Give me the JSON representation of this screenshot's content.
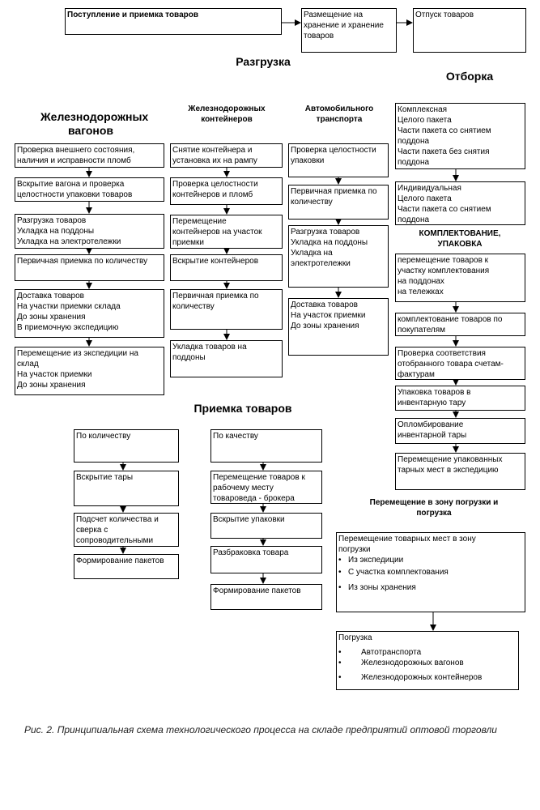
{
  "top_flow": {
    "receipt": "Поступление и приемка товаров",
    "placement": [
      "Размещение на",
      "хранение и хранение",
      "товаров"
    ],
    "release": "Отпуск товаров"
  },
  "headings": {
    "unloading": "Разгрузка",
    "picking": "Отборка",
    "rail_wagons": "Железнодорожных вагонов",
    "rail_containers": [
      "Железнодорожных",
      "контейнеров"
    ],
    "auto": [
      "Автомобильного",
      "транспорта"
    ],
    "acceptance": "Приемка товаров",
    "assembly": [
      "КОМПЛЕКТОВАНИЕ,",
      "УПАКОВКА"
    ],
    "to_loading": [
      "Перемещение в зону погрузки и",
      "погрузка"
    ]
  },
  "rail_wagons_steps": [
    [
      "Проверка внешнего состояния,",
      "наличия и исправности пломб"
    ],
    [
      "Вскрытие вагона и проверка",
      "целостности упаковки товаров"
    ],
    [
      "Разгрузка товаров",
      "Укладка на поддоны",
      "Укладка на электротележки"
    ],
    [
      "Первичная приемка по количеству"
    ],
    [
      "Доставка товаров",
      "На участки приемки склада",
      "До зоны хранения",
      "В приемочную экспедицию"
    ],
    [
      "Перемещение из экспедиции на",
      "склад",
      "На участок приемки",
      "До зоны хранения"
    ]
  ],
  "rail_containers_steps": [
    [
      "Снятие контейнера и",
      "установка их на рампу"
    ],
    [
      "Проверка целостности",
      "контейнеров и пломб"
    ],
    [
      "Перемещение",
      "контейнеров на участок",
      "приемки"
    ],
    [
      "Вскрытие контейнеров"
    ],
    [
      "Первичная приемка по",
      "количеству"
    ],
    [
      "Укладка товаров на",
      "поддоны"
    ]
  ],
  "auto_steps": [
    [
      "Проверка целостности",
      "упаковки"
    ],
    [
      "Первичная приемка по",
      "количеству"
    ],
    [
      "Разгрузка товаров",
      "Укладка на поддоны",
      "Укладка на",
      "электротележки"
    ],
    [
      "Доставка товаров",
      "На участок приемки",
      "До зоны хранения"
    ]
  ],
  "picking_steps": [
    [
      "Комплексная",
      "Целого пакета",
      "Части пакета со снятием",
      "поддона",
      "Части пакета без снятия",
      "поддона"
    ],
    [
      "Индивидуальная",
      "Целого пакета",
      "Части пакета со снятием",
      "поддона"
    ]
  ],
  "assembly_steps": [
    [
      "перемещение товаров к",
      "участку комплектования",
      "на поддонах",
      "на тележках"
    ],
    [
      "комплектование товаров по",
      "покупателям"
    ],
    [
      "Проверка соответствия",
      "отобранного товара счетам-",
      "фактурам"
    ],
    [
      "Упаковка товаров в",
      "инвентарную тару"
    ],
    [
      "Опломбирование",
      "инвентарной тары"
    ],
    [
      "Перемещение упакованных",
      "тарных мест в экспедицию"
    ]
  ],
  "quantity_steps": [
    [
      "По количеству"
    ],
    [
      "Вскрытие тары"
    ],
    [
      "Подсчет количества и",
      "сверка с",
      "сопроводительными"
    ],
    [
      "Формирование пакетов"
    ]
  ],
  "quality_steps": [
    [
      "По качеству"
    ],
    [
      "Перемещение товаров к",
      "рабочему месту",
      "товароведа - брокера"
    ],
    [
      "Вскрытие упаковки"
    ],
    [
      "Разбраковка товара"
    ],
    [
      "Формирование пакетов"
    ]
  ],
  "move_box": {
    "title": [
      "Перемещение товарных мест в зону",
      "погрузки"
    ],
    "items": [
      "Из экспедиции",
      "С участка комплектования",
      "Из зоны хранения"
    ]
  },
  "loading_box": {
    "title": "Погрузка",
    "items": [
      "Автотранспорта",
      "Железнодорожных вагонов",
      "Железнодорожных контейнеров"
    ]
  },
  "caption": "Рис. 2. Принципиальная схема технологического процесса на складе предприятий оптовой торговли"
}
